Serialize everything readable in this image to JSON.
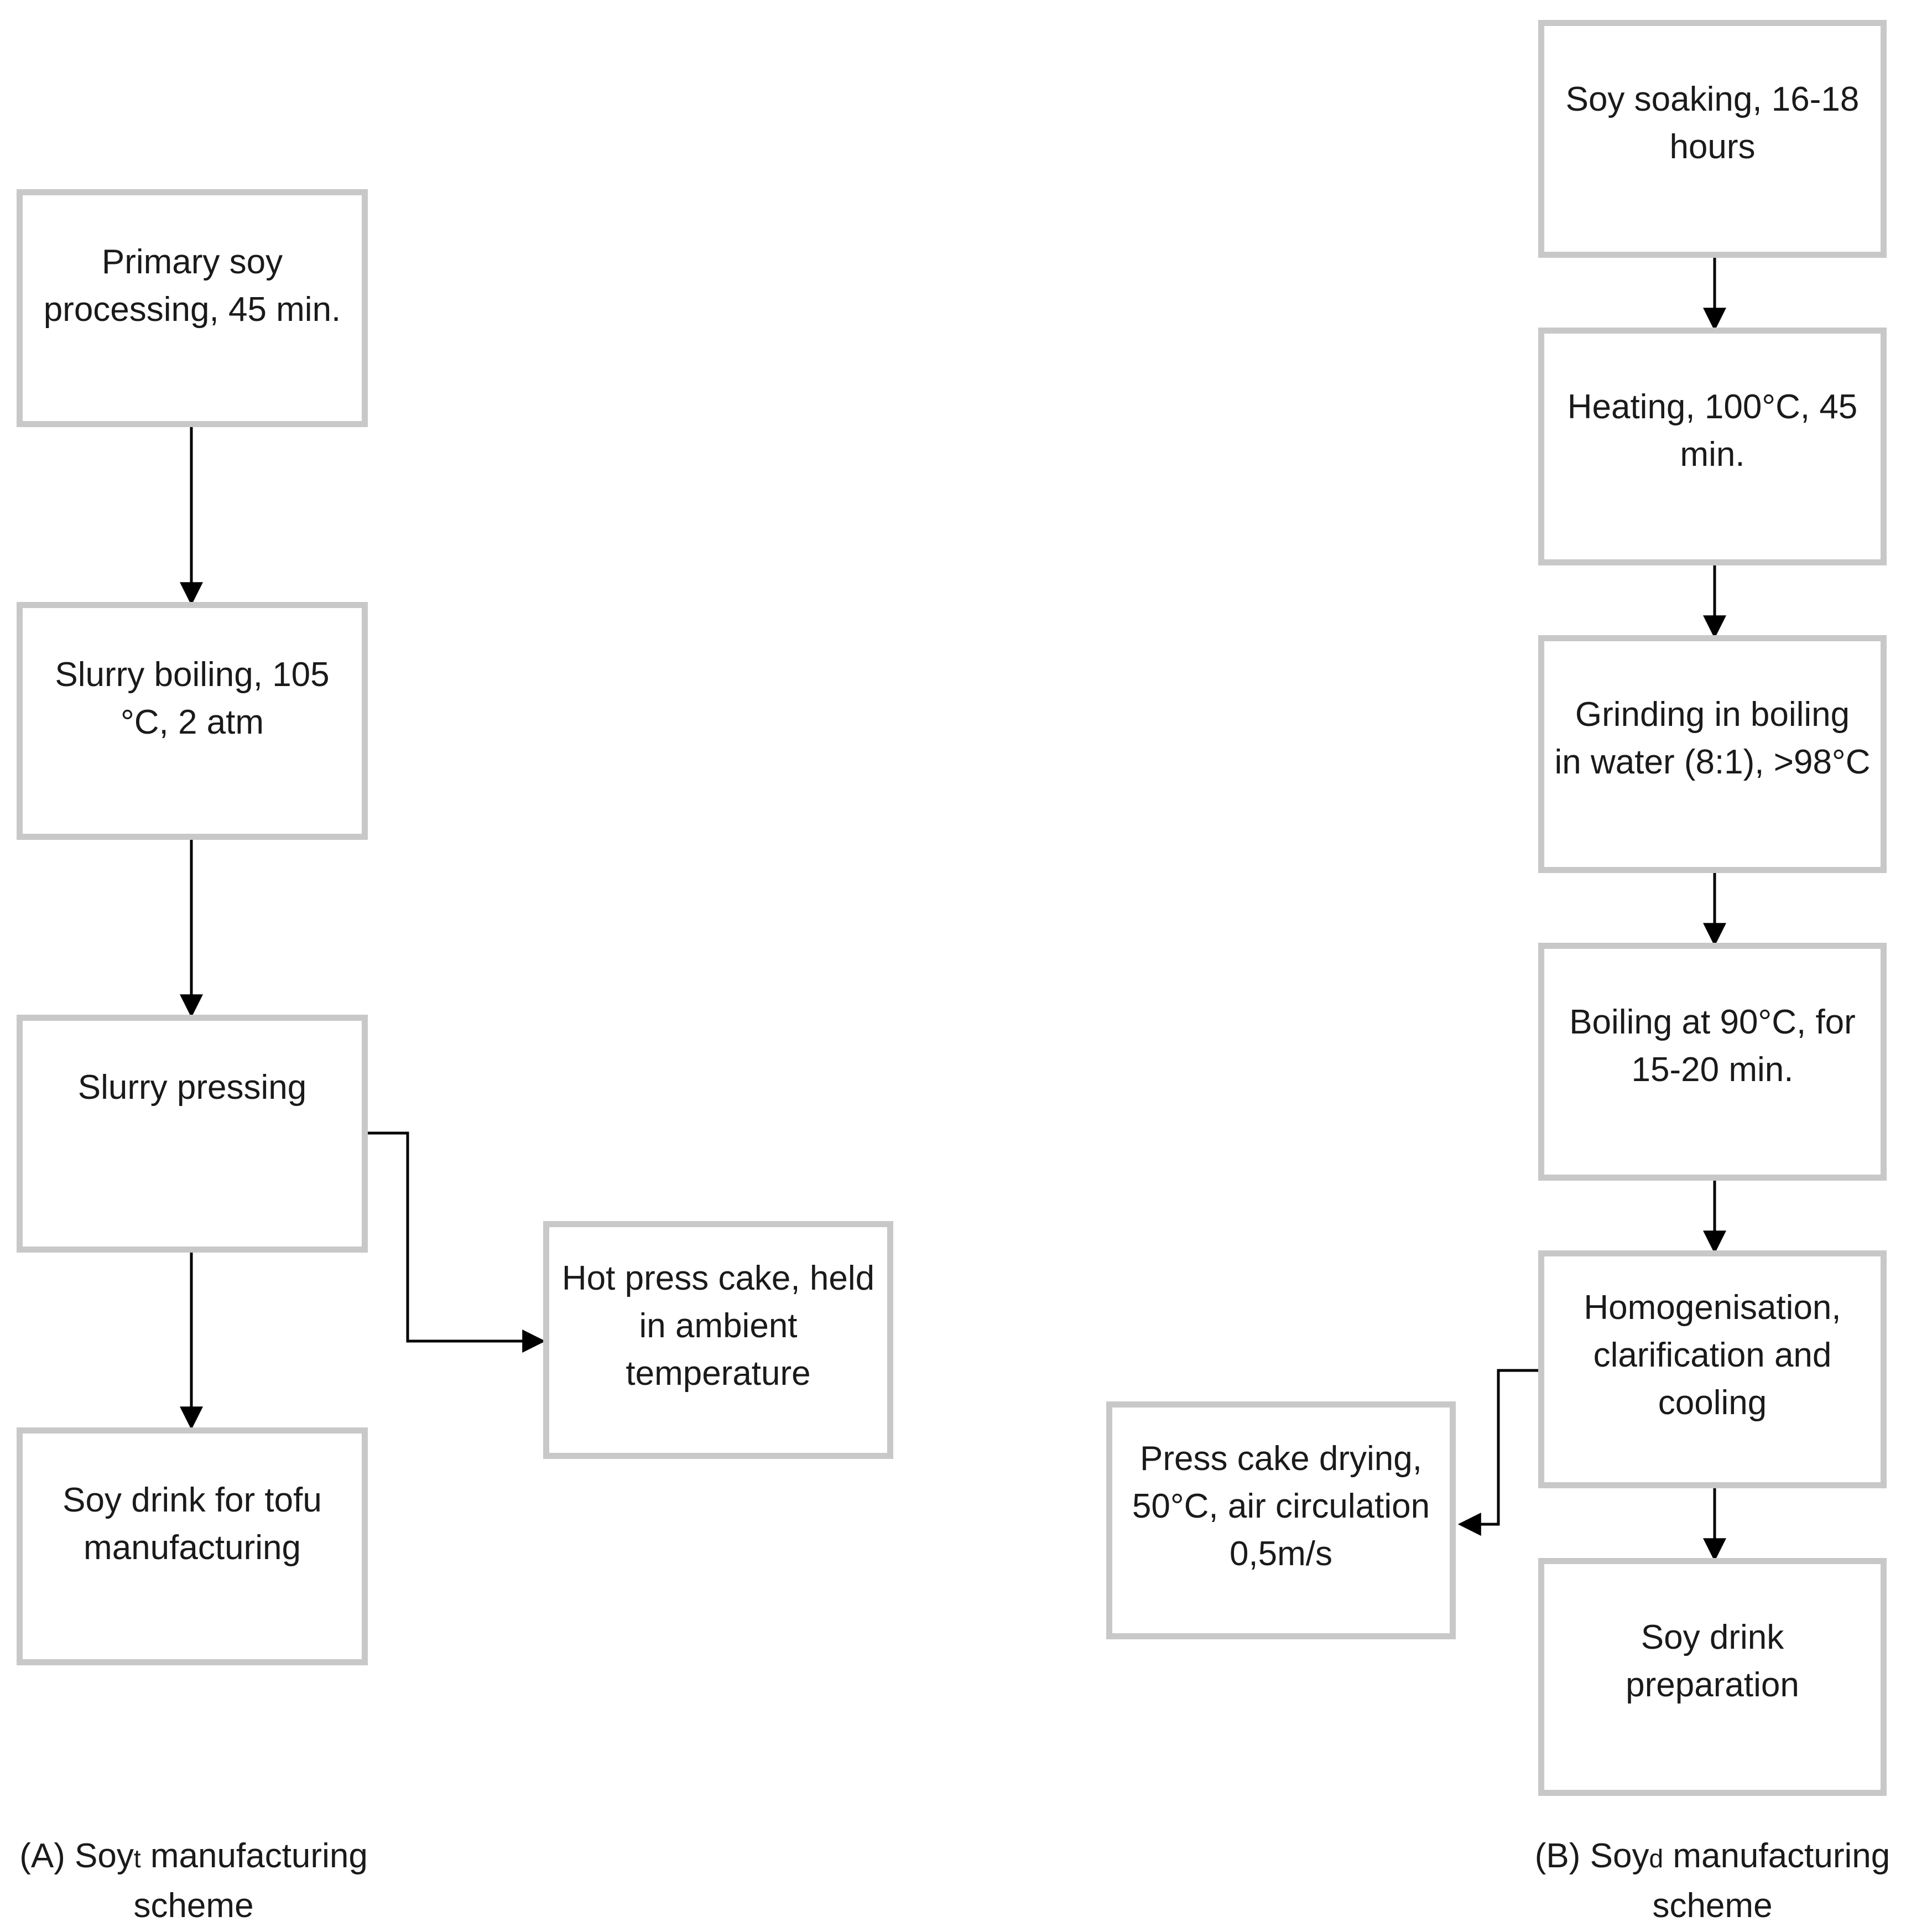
{
  "diagram": {
    "scheme_a": {
      "steps": [
        [
          "Primary soy",
          "processing, 45 min."
        ],
        [
          "Slurry boiling, 105",
          "°C, 2 atm"
        ],
        [
          "Slurry pressing"
        ],
        [
          "Soy drink for tofu",
          "manufacturing"
        ]
      ],
      "side_output": [
        "Hot press cake, held",
        "in ambient",
        "temperature"
      ],
      "caption": {
        "prefix": "(A) Soy",
        "subscript": "t",
        "suffix": " manufacturing",
        "line2": "scheme"
      }
    },
    "scheme_b": {
      "steps": [
        [
          "Soy soaking, 16-18",
          "hours"
        ],
        [
          "Heating, 100°C, 45",
          "min."
        ],
        [
          "Grinding in boiling",
          "in water (8:1), >98°C"
        ],
        [
          "Boiling at 90°C, for",
          "15-20 min."
        ],
        [
          "Homogenisation,",
          "clarification and",
          "cooling"
        ],
        [
          "Soy drink",
          "preparation"
        ]
      ],
      "side_output": [
        "Press cake drying,",
        "50°C, air circulation",
        "0,5m/s"
      ],
      "caption": {
        "prefix": "(B) Soy",
        "subscript": "d",
        "suffix": " manufacturing",
        "line2": "scheme"
      }
    },
    "colors": {
      "box_border": "#c8c8c8",
      "arrow": "#000000",
      "text": "#1a1a1a"
    }
  }
}
